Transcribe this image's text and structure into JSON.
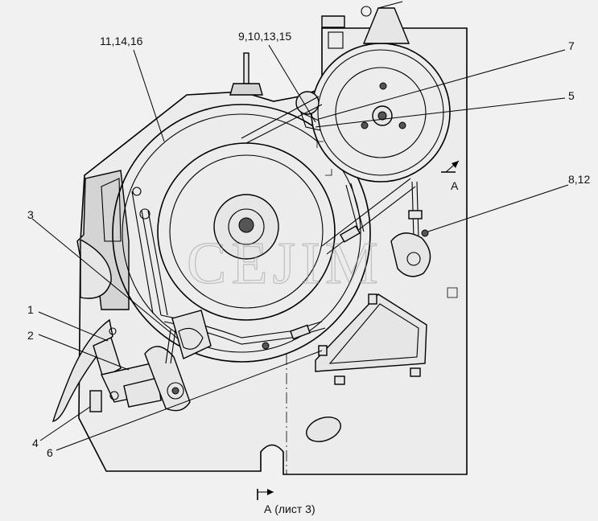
{
  "callouts": {
    "c_11_14_16": "11,14,16",
    "c_9_10_13_15": "9,10,13,15",
    "c_7": "7",
    "c_5": "5",
    "c_8_12": "8,12",
    "c_3": "3",
    "c_1": "1",
    "c_2": "2",
    "c_4": "4",
    "c_6": "6"
  },
  "section_marks": {
    "right_arrow": "А",
    "bottom_view": "А (лист 3)"
  },
  "watermark": "CEJIM"
}
